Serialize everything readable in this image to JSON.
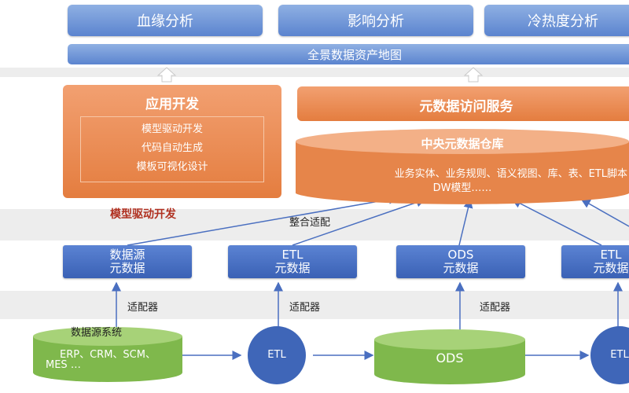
{
  "top": {
    "lineage": "血缘分析",
    "impact": "影响分析",
    "hotcold": "冷热度分析",
    "asset_map": "全景数据资产地图"
  },
  "app_dev": {
    "title": "应用开发",
    "items": [
      "模型驱动开发",
      "代码自动生成",
      "模板可视化设计"
    ],
    "caption": "模型驱动开发"
  },
  "service": {
    "title": "元数据访问服务"
  },
  "repo": {
    "title": "中央元数据仓库",
    "desc_line1": "业务实体、业务规则、语义视图、库、表、ETL脚本",
    "desc_line2": "DW模型……"
  },
  "integrate_label": "整合适配",
  "meta_boxes": [
    {
      "line1": "数据源",
      "line2": "元数据"
    },
    {
      "line1": "ETL",
      "line2": "元数据"
    },
    {
      "line1": "ODS",
      "line2": "元数据"
    },
    {
      "line1": "ETL",
      "line2": "元数据"
    }
  ],
  "adapter_label": "适配器",
  "source": {
    "title": "数据源系统",
    "line1": "ERP、CRM、SCM、",
    "line2": "MES …"
  },
  "etl_label": "ETL",
  "ods_label": "ODS",
  "etl2_label": "ETL",
  "colors": {
    "blue_light": "#8fb0e3",
    "blue_dark": "#3a61b5",
    "orange": "#e47d3f",
    "green": "#7fb84c",
    "red_caption": "#b03020"
  }
}
